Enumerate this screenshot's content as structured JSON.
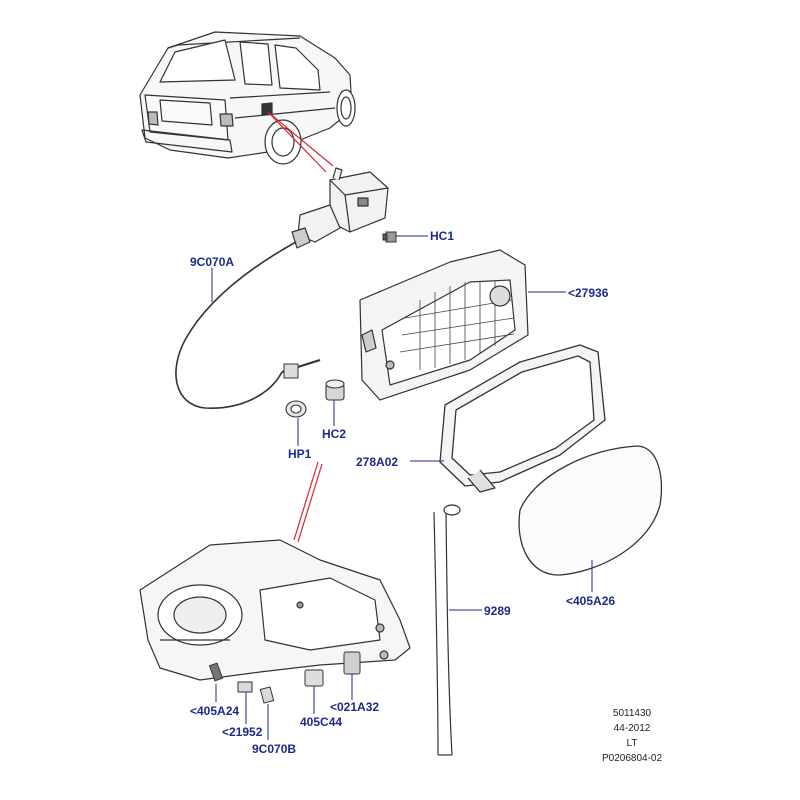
{
  "colors": {
    "callout_text": "#1c2a8c",
    "leader_line": "#1c2a8c",
    "linework": "#333333",
    "indicator_red": "#d9262c"
  },
  "callouts": {
    "hc1": "HC1",
    "c9c070a": "9C070A",
    "c27936": "<27936",
    "hp1": "HP1",
    "hc2": "HC2",
    "c278a02": "278A02",
    "c9289": "9289",
    "c405a26": "<405A26",
    "c405a24": "<405A24",
    "c21952": "<21952",
    "c9c070b": "9C070B",
    "c405c44": "405C44",
    "c021a32": "<021A32"
  },
  "reference": {
    "line1": "5011430",
    "line2": "44-2012",
    "line3": "LT",
    "line4": "P0206804-02"
  }
}
